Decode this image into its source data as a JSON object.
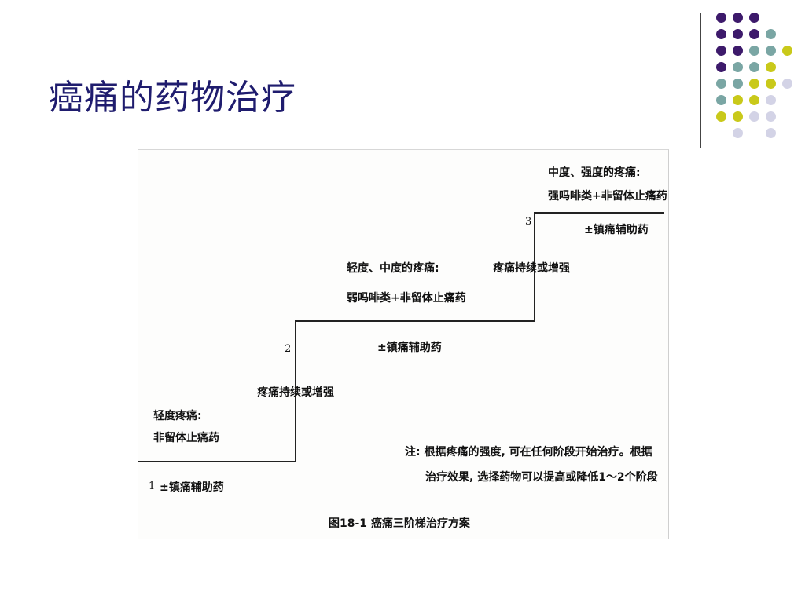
{
  "slide": {
    "title": "癌痛的药物治疗"
  },
  "decoration": {
    "colors": {
      "purple": "#3d1a6b",
      "teal": "#7aa6a4",
      "yellow": "#c9c91a",
      "lavender": "#d3d3e6"
    },
    "dot_grid": [
      [
        "purple",
        "purple",
        "purple",
        null
      ],
      [
        "purple",
        "purple",
        "purple",
        "teal"
      ],
      [
        "purple",
        "purple",
        "teal",
        "teal",
        "yellow"
      ],
      [
        "purple",
        "teal",
        "teal",
        "yellow",
        null
      ],
      [
        "teal",
        "teal",
        "yellow",
        "yellow",
        "lavender"
      ],
      [
        "teal",
        "yellow",
        "yellow",
        "lavender",
        null
      ],
      [
        "yellow",
        "yellow",
        "lavender",
        "lavender",
        null
      ],
      [
        null,
        "lavender",
        null,
        "lavender",
        null
      ]
    ]
  },
  "figure": {
    "step1": {
      "number": "1",
      "heading": "轻度疼痛:",
      "drug": "非留体止痛药",
      "adjuvant": "±镇痛辅助药"
    },
    "transition1": "疼痛持续或增强",
    "step2": {
      "number": "2",
      "heading": "轻度、中度的疼痛:",
      "drug": "弱吗啡类+非留体止痛药",
      "adjuvant": "±镇痛辅助药"
    },
    "transition2": "疼痛持续或增强",
    "step3": {
      "number": "3",
      "heading": "中度、强度的疼痛:",
      "drug": "强吗啡类+非留体止痛药",
      "adjuvant": "±镇痛辅助药"
    },
    "note_line1": "注: 根据疼痛的强度, 可在任何阶段开始治疗。根据",
    "note_line2": "治疗效果, 选择药物可以提高或降低1～2个阶段",
    "caption": "图18-1    癌痛三阶梯治疗方案"
  }
}
